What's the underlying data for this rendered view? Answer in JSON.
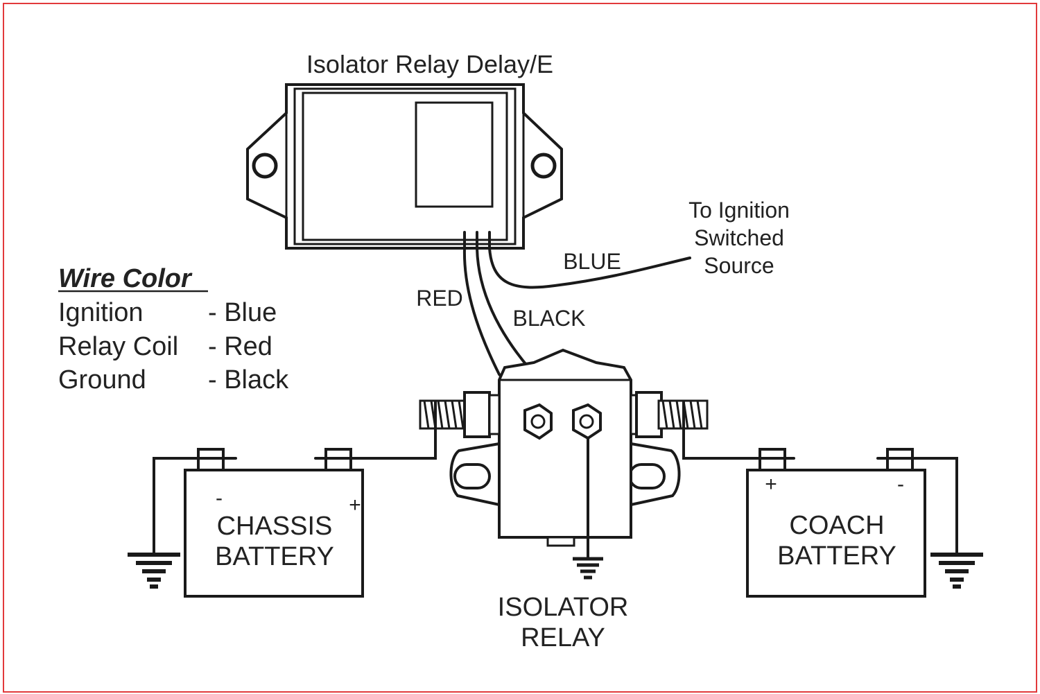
{
  "title": "Isolator Relay Delay/E",
  "ignition_note": [
    "To Ignition",
    "Switched",
    "Source"
  ],
  "wires": {
    "blue": "BLUE",
    "red": "RED",
    "black": "BLACK"
  },
  "legend": {
    "heading": "Wire Color",
    "rows": [
      {
        "name": "Ignition",
        "color": "- Blue"
      },
      {
        "name": "Relay Coil",
        "color": "- Red"
      },
      {
        "name": "Ground",
        "color": "- Black"
      }
    ]
  },
  "chassis_battery": {
    "line1": "CHASSIS",
    "line2": "BATTERY",
    "neg": "-",
    "pos": "+"
  },
  "coach_battery": {
    "line1": "COACH",
    "line2": "BATTERY",
    "pos": "+",
    "neg": "-"
  },
  "relay_label": [
    "ISOLATOR",
    "RELAY"
  ],
  "colors": {
    "border": "#e2393b",
    "ink": "#1a1a1a"
  }
}
